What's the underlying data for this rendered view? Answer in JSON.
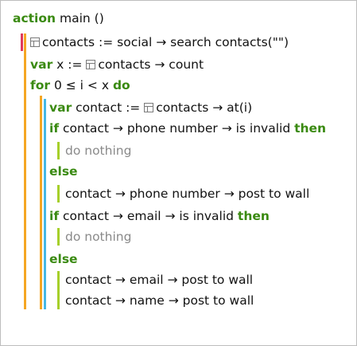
{
  "colors": {
    "keyword": "#3a8a11",
    "bar_action_red": "#e0395b",
    "bar_orange": "#f5a623",
    "bar_blue": "#45b8e6",
    "bar_lime": "#a6cf2a",
    "comment": "#8a8a8a"
  },
  "icons": {
    "data-ref": "local-data-box-icon"
  },
  "code": {
    "header": {
      "kw": "action",
      "rest": " main ()"
    },
    "l1": {
      "text": "contacts := social → search contacts(\"\")"
    },
    "l2": {
      "kw": "var",
      "rest": " x := ",
      "rest2": "contacts → count"
    },
    "l3": {
      "kw": "for",
      "rest": " 0 ≤ i < x ",
      "kw2": "do"
    },
    "l4": {
      "kw": "var",
      "rest": " contact := ",
      "rest2": "contacts → at(i)"
    },
    "l5": {
      "kw": "if",
      "rest": " contact → phone number → is invalid ",
      "kw2": "then"
    },
    "l6": {
      "text": "do nothing"
    },
    "l7": {
      "kw": "else"
    },
    "l8": {
      "text": "contact → phone number → post to wall"
    },
    "l9": {
      "kw": "if",
      "rest": " contact → email → is invalid ",
      "kw2": "then"
    },
    "l10": {
      "text": "do nothing"
    },
    "l11": {
      "kw": "else"
    },
    "l12": {
      "text": "contact → email → post to wall"
    },
    "l13": {
      "text": "contact → name → post to wall"
    }
  }
}
